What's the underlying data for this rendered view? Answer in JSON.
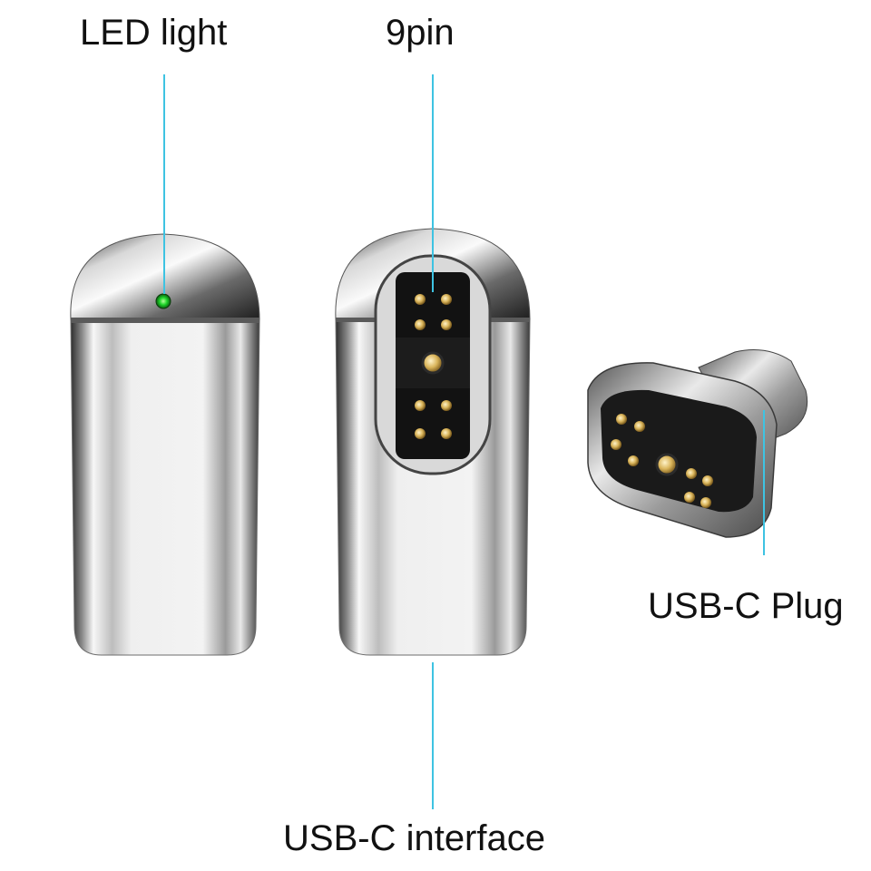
{
  "labels": {
    "led_light": "LED light",
    "nine_pin": "9pin",
    "usbc_plug": "USB-C Plug",
    "usbc_interface": "USB-C interface"
  },
  "colors": {
    "callout_line": "#3ec3e2",
    "led": "#1fd62a",
    "pin_gold": "#d9b45a",
    "pin_face": "#121212",
    "chrome_dark": "#3a3a3a",
    "chrome_light": "#f6f6f6"
  }
}
